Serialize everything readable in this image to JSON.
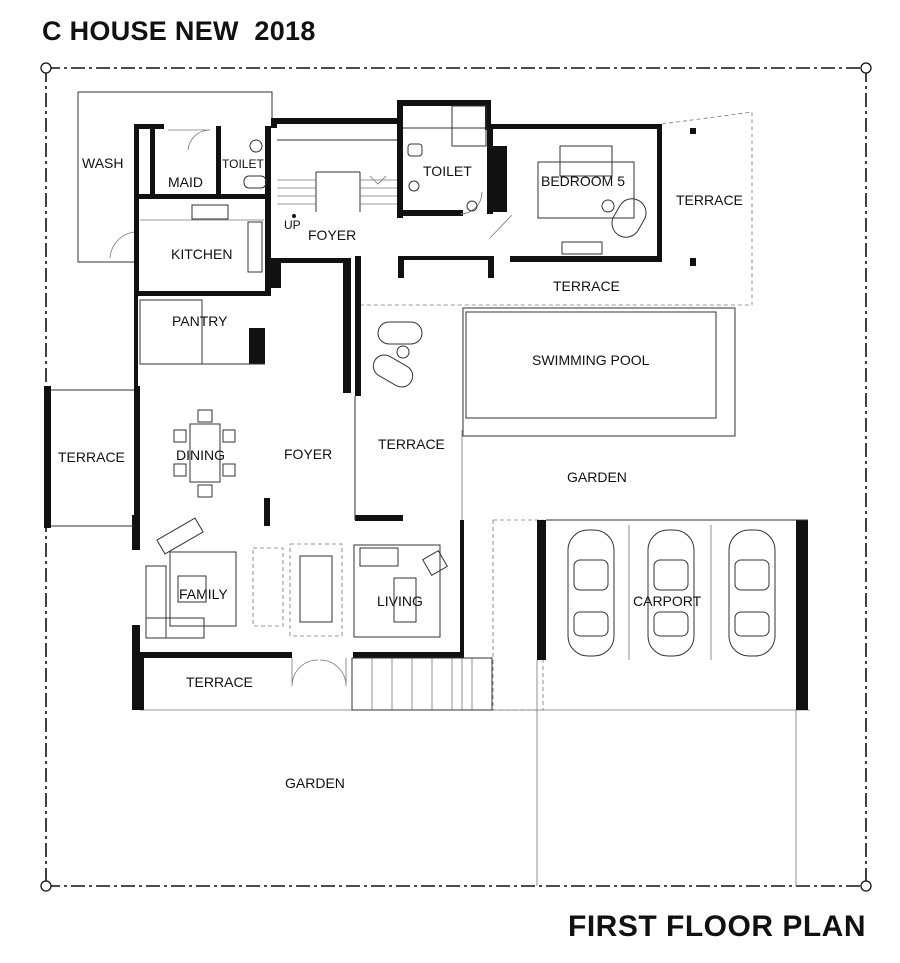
{
  "header": {
    "title": "C HOUSE NEW  2018"
  },
  "footer": {
    "plan_title": "FIRST FLOOR PLAN"
  },
  "rooms": {
    "wash": "WASH",
    "maid": "MAID",
    "toilet_maid": "TOILET",
    "kitchen": "KITCHEN",
    "up": "UP",
    "foyer_top": "FOYER",
    "toilet": "TOILET",
    "bedroom": "BEDROOM 5",
    "terrace_east": "TERRACE",
    "terrace_north": "TERRACE",
    "pantry": "PANTRY",
    "swimming_pool": "SWIMMING POOL",
    "terrace_west": "TERRACE",
    "dining": "DINING",
    "foyer_main": "FOYER",
    "terrace_pool": "TERRACE",
    "garden_east": "GARDEN",
    "family": "FAMILY",
    "living": "LIVING",
    "carport": "CARPORT",
    "terrace_south": "TERRACE",
    "garden_south": "GARDEN"
  },
  "icons": {
    "car": "car-icon",
    "corner": "corner-marker-icon"
  }
}
